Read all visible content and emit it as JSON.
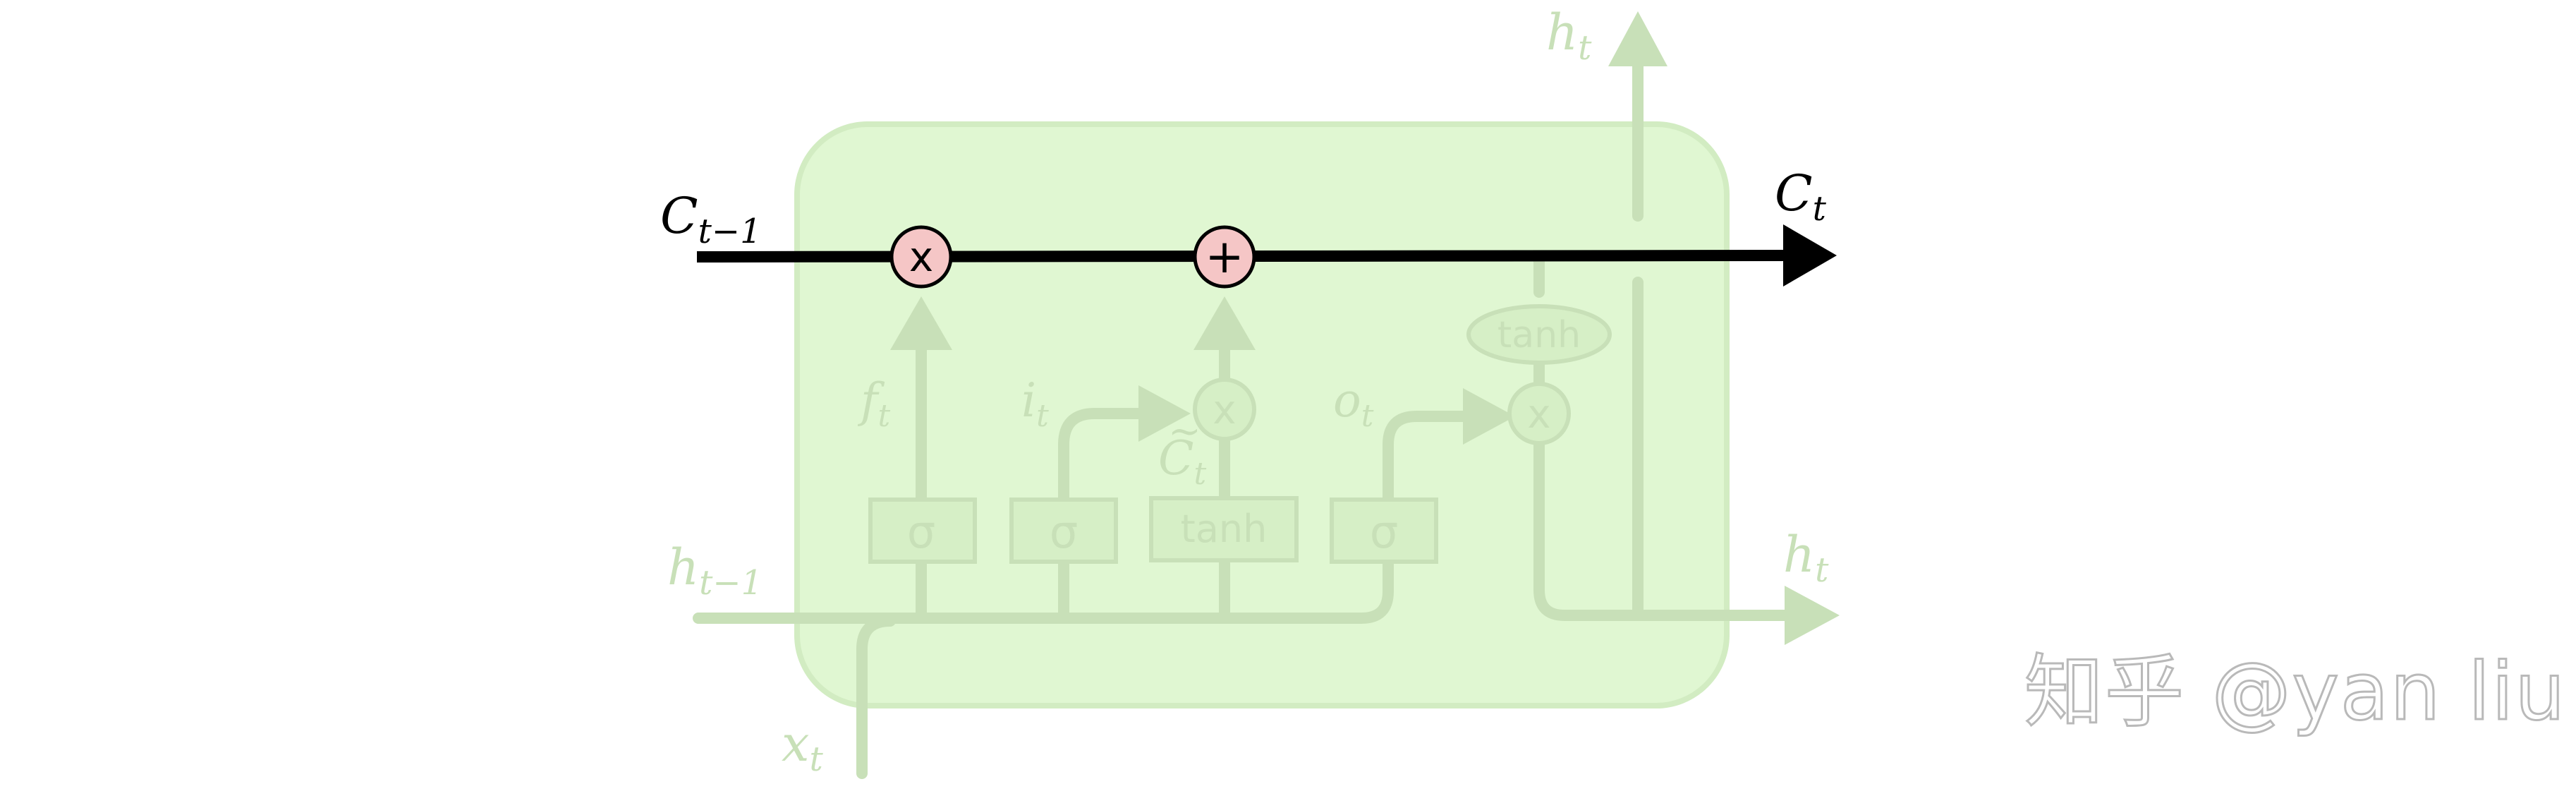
{
  "diagram": {
    "labels": {
      "c_prev": "C",
      "c_prev_sub": "t−1",
      "c_t": "C",
      "c_t_sub": "t",
      "h_prev": "h",
      "h_prev_sub": "t−1",
      "h_t_top": "h",
      "h_t_top_sub": "t",
      "h_t_right": "h",
      "h_t_right_sub": "t",
      "x_t": "x",
      "x_t_sub": "t",
      "f_t": "f",
      "f_t_sub": "t",
      "i_t": "i",
      "i_t_sub": "t",
      "c_tilde": "C",
      "c_tilde_sub": "t",
      "c_tilde_mark": "~",
      "o_t": "o",
      "o_t_sub": "t"
    },
    "ops": {
      "forget_mult": "x",
      "cell_add": "+",
      "input_mult": "x",
      "output_mult": "x",
      "output_tanh": "tanh"
    },
    "layers": {
      "sigma_forget": "σ",
      "sigma_input": "σ",
      "tanh_candidate": "tanh",
      "sigma_output": "σ"
    }
  },
  "watermark": "知乎 @yan liu",
  "colors": {
    "cell_fill": "#e0f7d2",
    "cell_stroke": "#d2ecc2",
    "faded_green": "#c8e0b8",
    "cell_line": "#000000",
    "op_fill": "#f5c6c6"
  }
}
